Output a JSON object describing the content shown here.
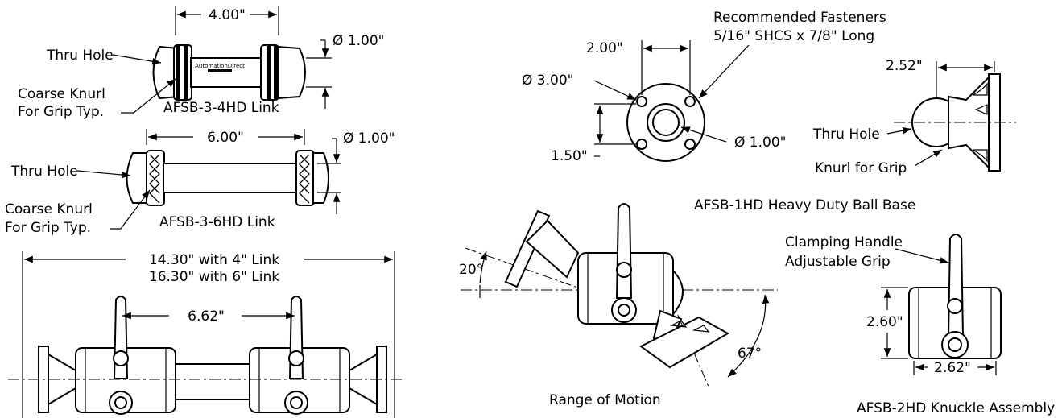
{
  "link_4": {
    "length": "4.00\"",
    "diameter": "Ø  1.00\"",
    "thru_hole": "Thru Hole",
    "knurl_line1": "Coarse Knurl",
    "knurl_line2": "For Grip Typ.",
    "title": "AFSB-3-4HD Link",
    "logo_text": "AutomationDirect"
  },
  "link_6": {
    "length": "6.00\"",
    "diameter": "Ø  1.00\"",
    "thru_hole": "Thru Hole",
    "knurl_line1": "Coarse Knurl",
    "knurl_line2": "For Grip Typ.",
    "title": "AFSB-3-6HD Link"
  },
  "assembly": {
    "overall_line1": "14.30\"  with 4\" Link",
    "overall_line2": "16.30\"  with 6\" Link",
    "handle_spacing": "6.62\""
  },
  "ball_base": {
    "fasteners_line1": "Recommended Fasteners",
    "fasteners_line2": "5/16\" SHCS x 7/8\" Long",
    "bolt_spacing": "2.00\"",
    "outer_diameter": "Ø  3.00\"",
    "center_offset": "1.50\"",
    "bore_diameter": "Ø  1.00\"",
    "height": "2.52\"",
    "thru_hole": "Thru Hole",
    "knurl": "Knurl for Grip",
    "title": "AFSB-1HD Heavy Duty Ball Base"
  },
  "range_of_motion": {
    "angle_up": "20°",
    "angle_down": "67°",
    "title": "Range of Motion"
  },
  "knuckle": {
    "handle_line1": "Clamping Handle",
    "handle_line2": "Adjustable Grip",
    "height": "2.60\"",
    "width": "2.62\"",
    "title": "AFSB-2HD Knuckle Assembly"
  }
}
